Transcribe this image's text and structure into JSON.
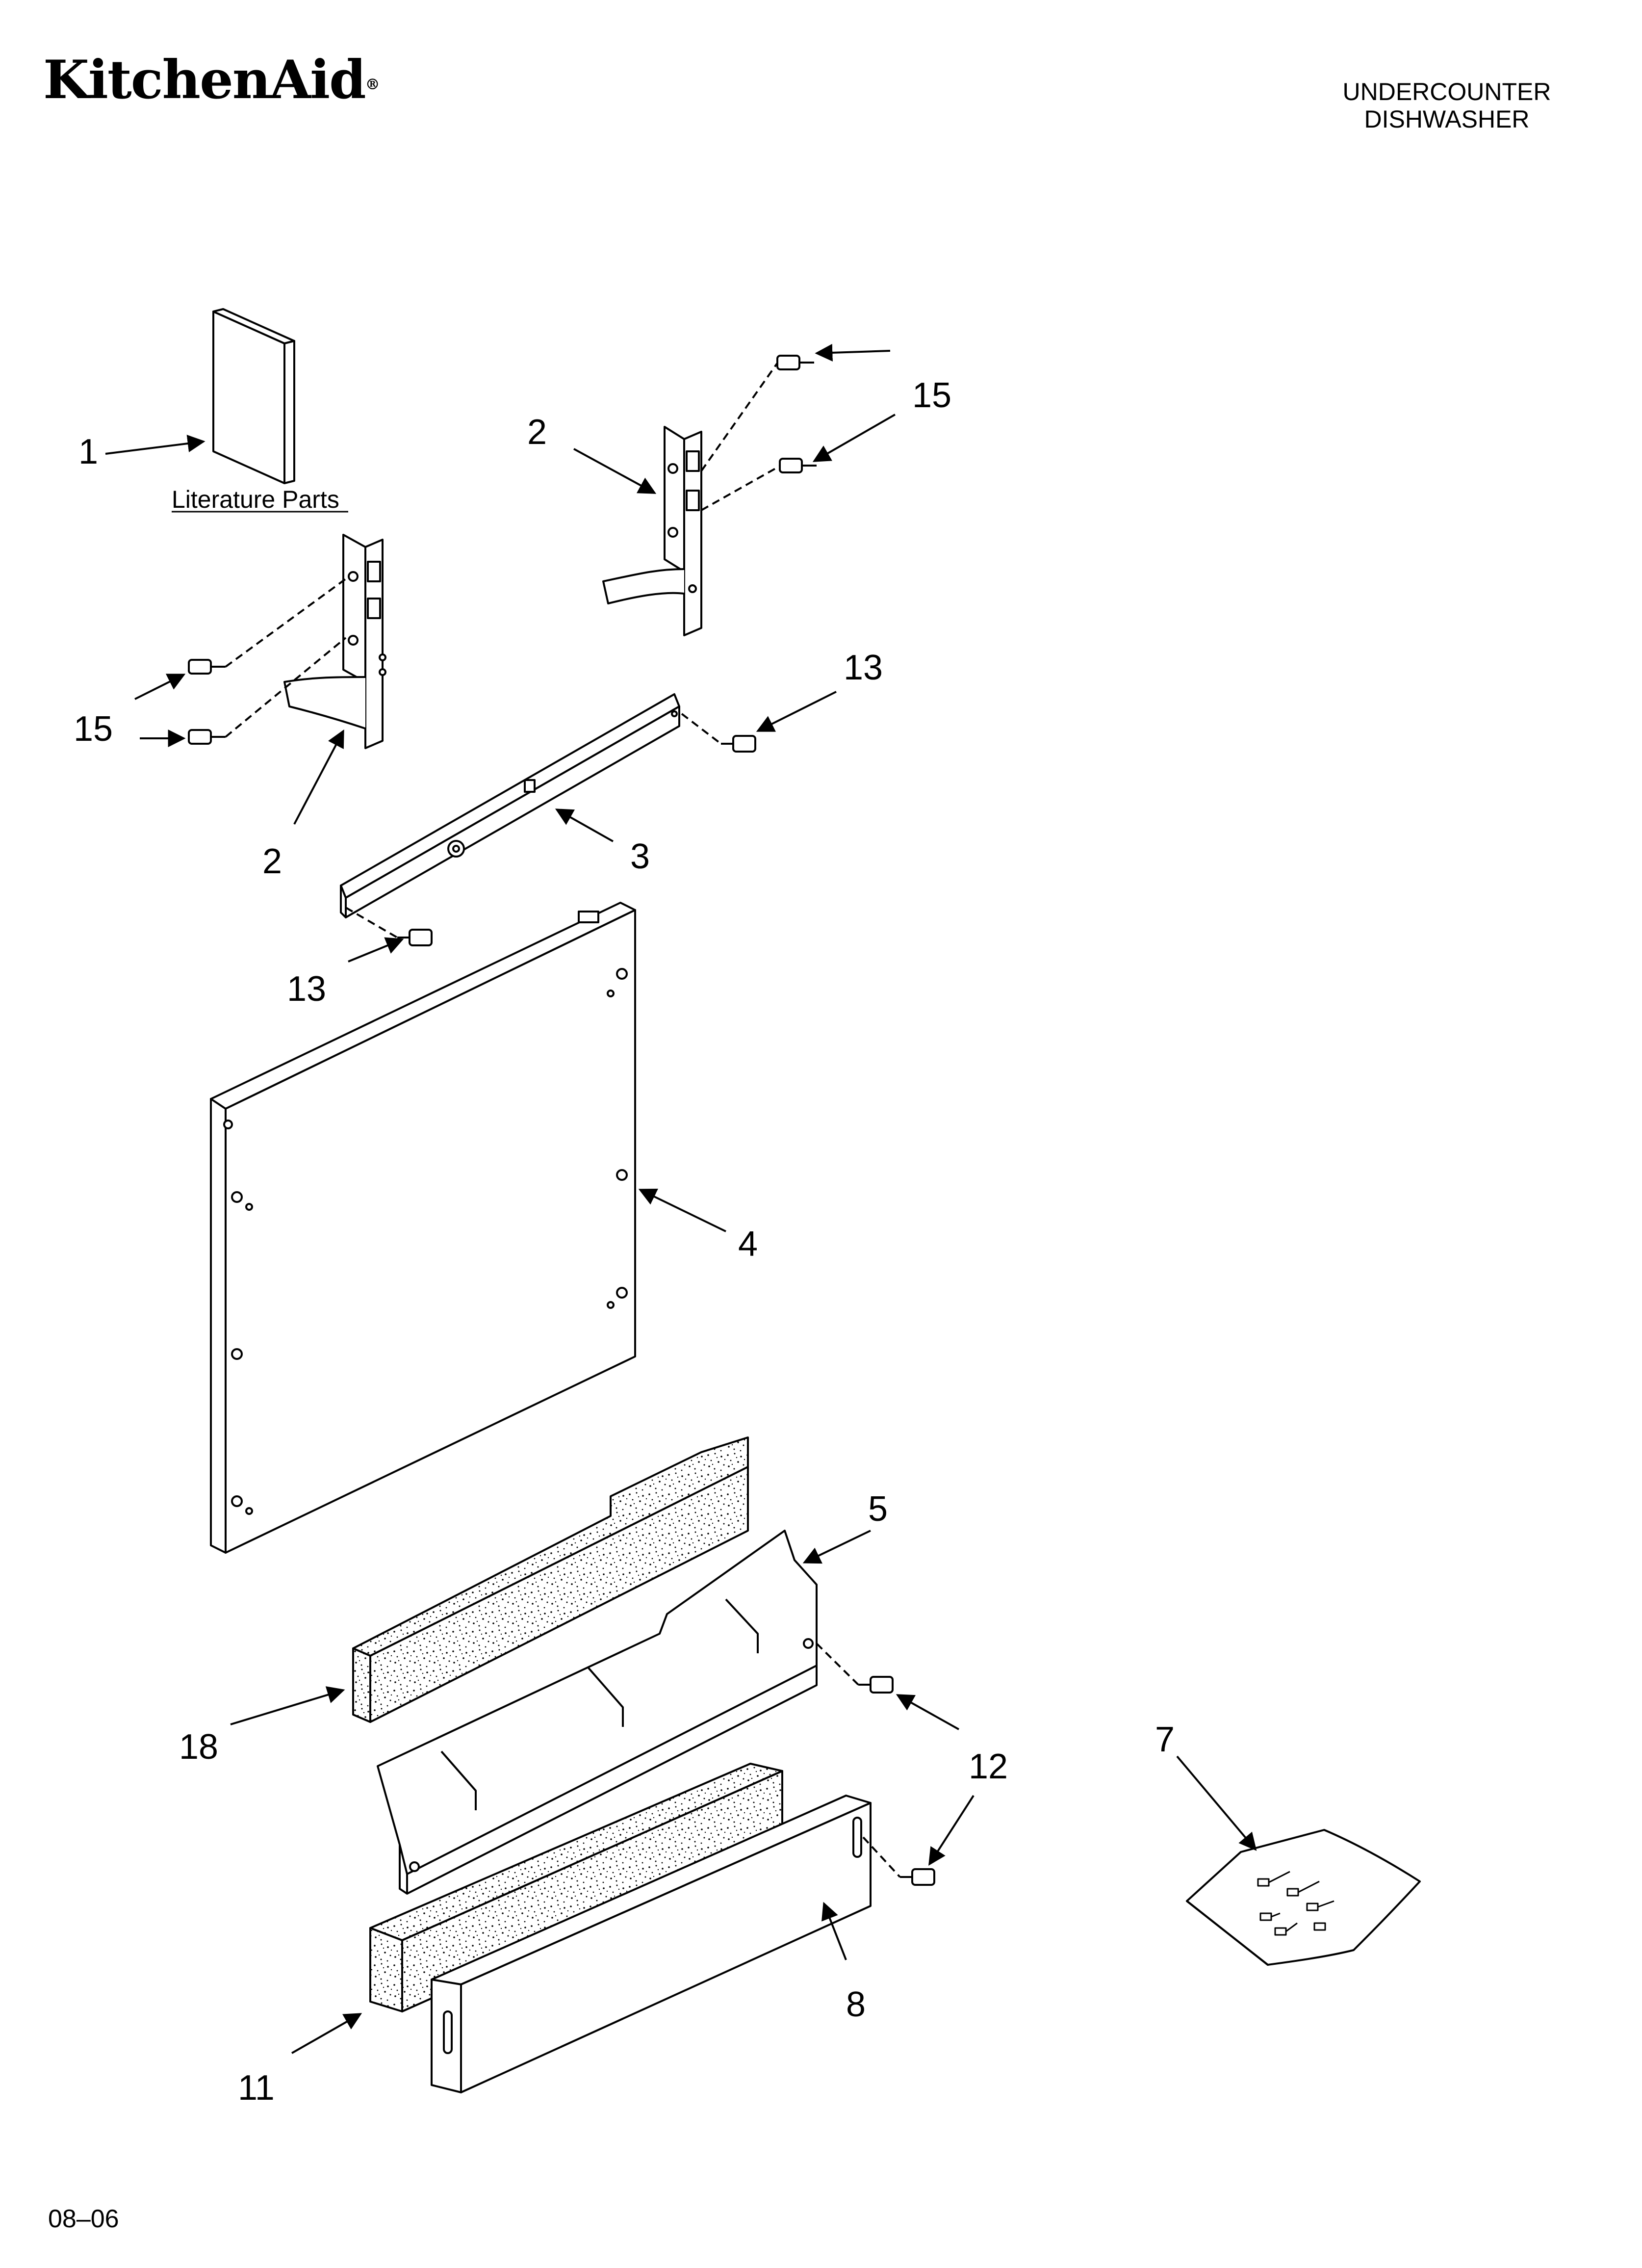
{
  "header": {
    "brand": "KitchenAid",
    "product_line1": "UNDERCOUNTER",
    "product_line2": "DISHWASHER"
  },
  "literature_label": "Literature Parts",
  "callouts": {
    "c1": "1",
    "c2a": "2",
    "c2b": "2",
    "c3": "3",
    "c4": "4",
    "c5": "5",
    "c7": "7",
    "c8": "8",
    "c11": "11",
    "c12": "12",
    "c13a": "13",
    "c13b": "13",
    "c15a": "15",
    "c15b": "15",
    "c18": "18"
  },
  "footer": {
    "date_code": "08–06"
  }
}
